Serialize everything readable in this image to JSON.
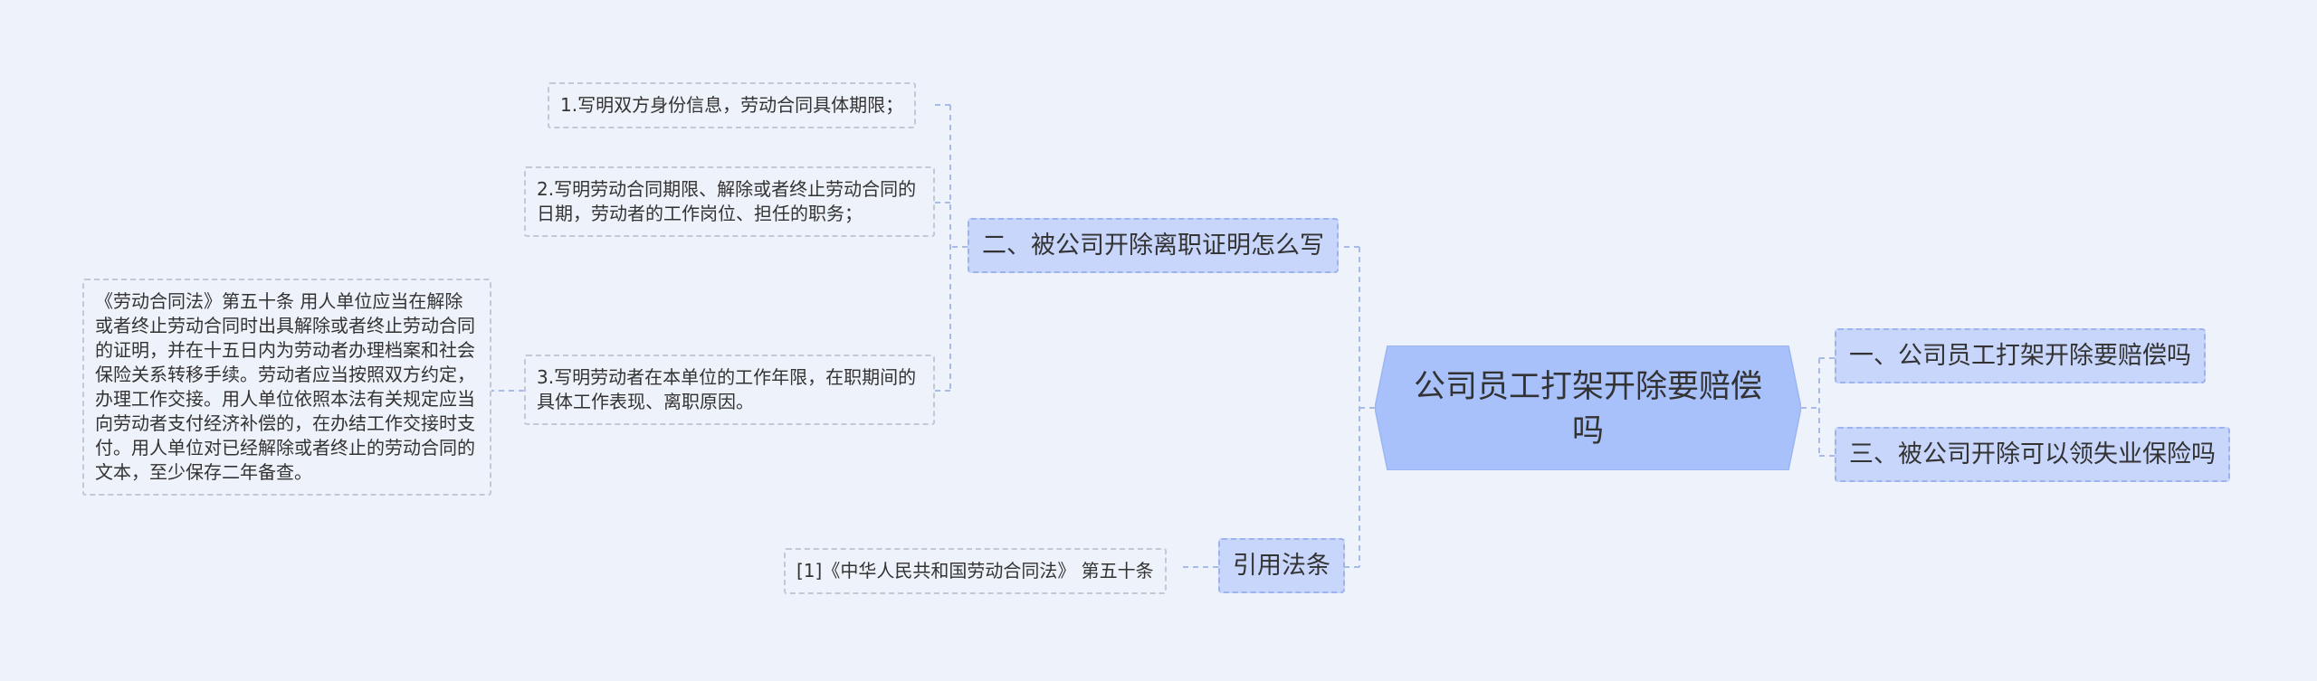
{
  "central_topic": "公司员工打架开除要赔偿吗",
  "branches": {
    "one": "一、公司员工打架开除要赔偿吗",
    "two": "二、被公司开除离职证明怎么写",
    "three": "三、被公司开除可以领失业保险吗",
    "cite": "引用法条"
  },
  "details": {
    "item1": "1.写明双方身份信息，劳动合同具体期限；",
    "item2": "2.写明劳动合同期限、解除或者终止劳动合同的日期，劳动者的工作岗位、担任的职务；",
    "item3": "3.写明劳动者在本单位的工作年限，在职期间的具体工作表现、离职原因。",
    "law_text": "《劳动合同法》第五十条 用人单位应当在解除或者终止劳动合同时出具解除或者终止劳动合同的证明，并在十五日内为劳动者办理档案和社会保险关系转移手续。劳动者应当按照双方约定，办理工作交接。用人单位依照本法有关规定应当向劳动者支付经济补偿的，在办结工作交接时支付。用人单位对已经解除或者终止的劳动合同的文本，至少保存二年备查。",
    "law_ref": "[1]《中华人民共和国劳动合同法》 第五十条"
  },
  "colors": {
    "background": "#eef2fa",
    "center_fill": "#a9c1fb",
    "branch_fill": "#c9d6fb",
    "branch_border": "#9cb3ee",
    "leaf_border": "#c3c8d2",
    "connector": "#a6bbe8",
    "text": "#333333"
  }
}
